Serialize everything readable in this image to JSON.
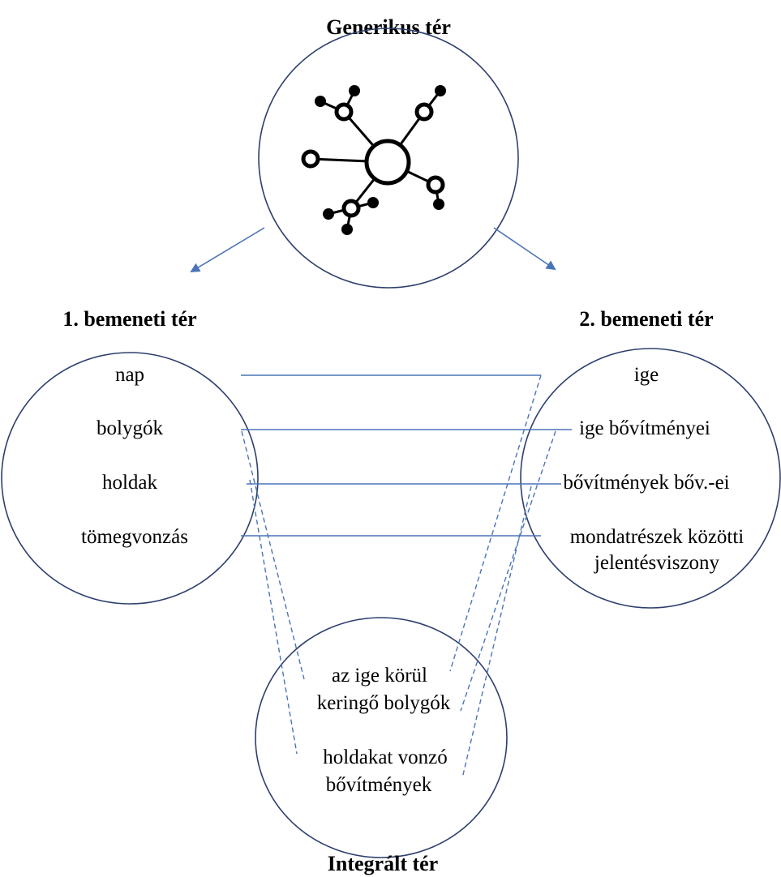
{
  "generic_space": {
    "title": "Generikus tér",
    "icon": "network-graph-icon"
  },
  "input_space_1": {
    "title": "1. bemeneti tér",
    "items": [
      "nap",
      "bolygók",
      "holdak",
      "tömegvonzás"
    ]
  },
  "input_space_2": {
    "title": "2. bemeneti tér",
    "items": [
      "ige",
      "ige bővítményei",
      "bővítmények bőv.-ei",
      "mondatrészek közötti",
      "jelentésviszony"
    ]
  },
  "blended_space": {
    "title": "Integrált tér",
    "items": [
      "az ige körül",
      "keringő bolygók",
      "holdakat vonzó",
      "bővítmények"
    ]
  },
  "colors": {
    "circle_stroke": "#2e3f6e",
    "connector": "#4a74b8"
  }
}
